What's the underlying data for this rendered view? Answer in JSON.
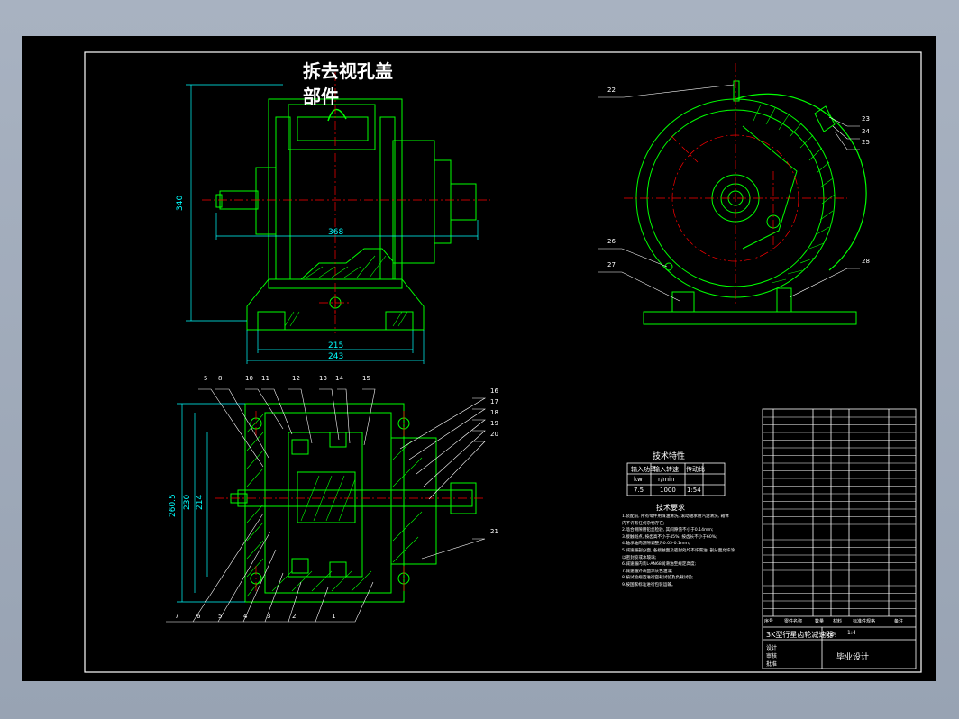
{
  "drawing": {
    "note_removed_cover": "拆去视孔盖",
    "note_parts": "部件",
    "dims": {
      "height_340": "340",
      "width_368": "368",
      "width_215": "215",
      "width_243": "243",
      "height_260_5": "260.5",
      "height_230": "230",
      "height_214": "214"
    },
    "balloons_bottom": [
      "1",
      "2",
      "3",
      "4",
      "5",
      "6",
      "7"
    ],
    "balloons_top_left": [
      "5",
      "8",
      "10",
      "11",
      "12",
      "13",
      "14",
      "15"
    ],
    "balloons_right_section": [
      "16",
      "17",
      "18",
      "19",
      "20",
      "21"
    ],
    "balloons_side_view": [
      "22",
      "23",
      "24",
      "25",
      "26",
      "27",
      "28"
    ],
    "tech_table": {
      "title": "技术特性",
      "headers": [
        "输入功率",
        "输入转速",
        "传动比"
      ],
      "units": [
        "kw",
        "r/min",
        ""
      ],
      "values": [
        "7.5",
        "1000",
        "1:54"
      ]
    },
    "tech_requirements_title": "技术要求",
    "tech_requirements": [
      "1.装配前, 所有零件用煤油清洗, 滚动轴承用汽油清洗, 箱体",
      "  内不许有任何杂物存在;",
      "2.啮合侧隙用铅丝检验, 其间隙值不小于0.14mm;",
      "3.接触斑点, 按齿高不小于45%, 按齿长不小于60%;",
      "4.轴承轴向游隙调整为0.05-0.1mm;",
      "5.减速器剖分面, 各接触面及密封处均不许漏油, 剖分面允许涂",
      "  以密封胶或水玻璃;",
      "6.减速器内装L-AN68润滑油至规定高度;",
      "7.减速器外表面涂灰色油漆;",
      "8.按试验规范进行空载试验及负载试验;",
      "9.按国家标准进行包装运输。"
    ],
    "title_block": {
      "name": "3K型行星齿轮减速器",
      "subtitle": "毕业设计",
      "row_labels": [
        "设计",
        "审核",
        "批准"
      ],
      "header_cols": [
        "序号",
        "零件名称",
        "数量",
        "材料",
        "标准件规格",
        "备注"
      ],
      "scale_label": "比例",
      "scale_value": "1:4"
    }
  },
  "colors": {
    "outline": "#00ff00",
    "centerline": "#ff0000",
    "dimension": "#00ffff",
    "hatch": "#00ff00",
    "text": "#ffffff",
    "frame": "#ffffff"
  }
}
